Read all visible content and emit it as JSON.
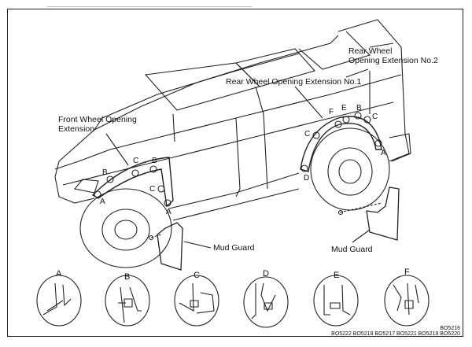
{
  "title": "Wheel Opening Extension and Mud Guard Installation",
  "labels": {
    "front_extension": [
      "Front Wheel Opening",
      "Extension"
    ],
    "rear_extension_1": "Rear Wheel Opening Extension No.1",
    "rear_extension_2": [
      "Rear Wheel",
      "Opening Extension No.2"
    ],
    "mud_guard_front": "Mud Guard",
    "mud_guard_rear": "Mud Guard"
  },
  "front_points": [
    "A",
    "B",
    "C",
    "B",
    "C",
    "A"
  ],
  "rear_points": [
    "F",
    "E",
    "B",
    "C",
    "C",
    "D",
    "A"
  ],
  "details": [
    {
      "letter": "A",
      "desc": "clip A detail"
    },
    {
      "letter": "B",
      "desc": "screw B detail"
    },
    {
      "letter": "C",
      "desc": "screw C detail"
    },
    {
      "letter": "D",
      "desc": "bolt D detail"
    },
    {
      "letter": "E",
      "desc": "clip E detail"
    },
    {
      "letter": "F",
      "desc": "clip F detail"
    }
  ],
  "codes": {
    "line1": "BO5216",
    "line2": "BO5222 BO5218 BO5217 BO5221 BO5219 BO5220"
  }
}
